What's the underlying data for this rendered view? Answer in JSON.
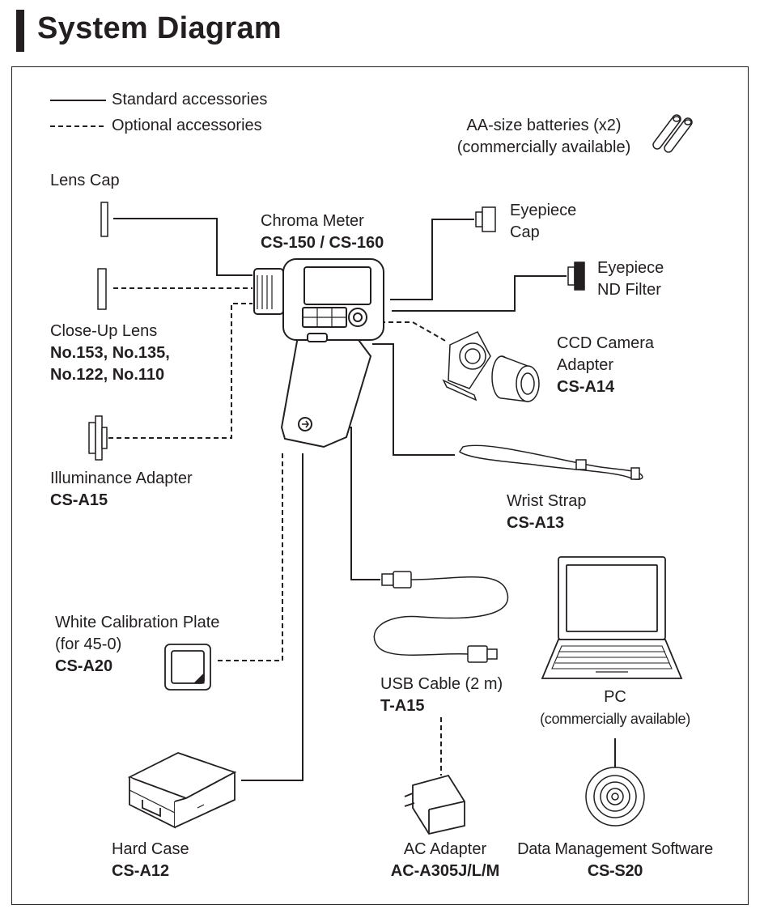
{
  "title": "System Diagram",
  "legend": {
    "standard": "Standard accessories",
    "optional": "Optional accessories"
  },
  "main_unit": {
    "name": "Chroma Meter",
    "model": "CS-150 / CS-160"
  },
  "batteries": {
    "line1": "AA-size batteries (x2)",
    "line2": "(commercially available)"
  },
  "lens_cap": {
    "name": "Lens Cap"
  },
  "close_up_lens": {
    "name": "Close-Up Lens",
    "model_line1": "No.153,  No.135,",
    "model_line2": "No.122,  No.110"
  },
  "illuminance_adapter": {
    "name": "Illuminance Adapter",
    "model": "CS-A15"
  },
  "eyepiece_cap": {
    "line1": "Eyepiece",
    "line2": "Cap"
  },
  "eyepiece_nd_filter": {
    "line1": "Eyepiece",
    "line2": "ND Filter"
  },
  "ccd_adapter": {
    "line1": "CCD Camera",
    "line2": "Adapter",
    "model": "CS-A14"
  },
  "wrist_strap": {
    "name": "Wrist Strap",
    "model": "CS-A13"
  },
  "white_plate": {
    "line1": "White Calibration Plate",
    "line2": "(for 45-0)",
    "model": "CS-A20"
  },
  "usb_cable": {
    "name": "USB Cable (2 m)",
    "model": "T-A15"
  },
  "pc": {
    "name": "PC",
    "note": "(commercially available)"
  },
  "hard_case": {
    "name": "Hard Case",
    "model": "CS-A12"
  },
  "ac_adapter": {
    "name": "AC Adapter",
    "model": "AC-A305J/L/M"
  },
  "software": {
    "name": "Data Management Software",
    "model": "CS-S20"
  }
}
